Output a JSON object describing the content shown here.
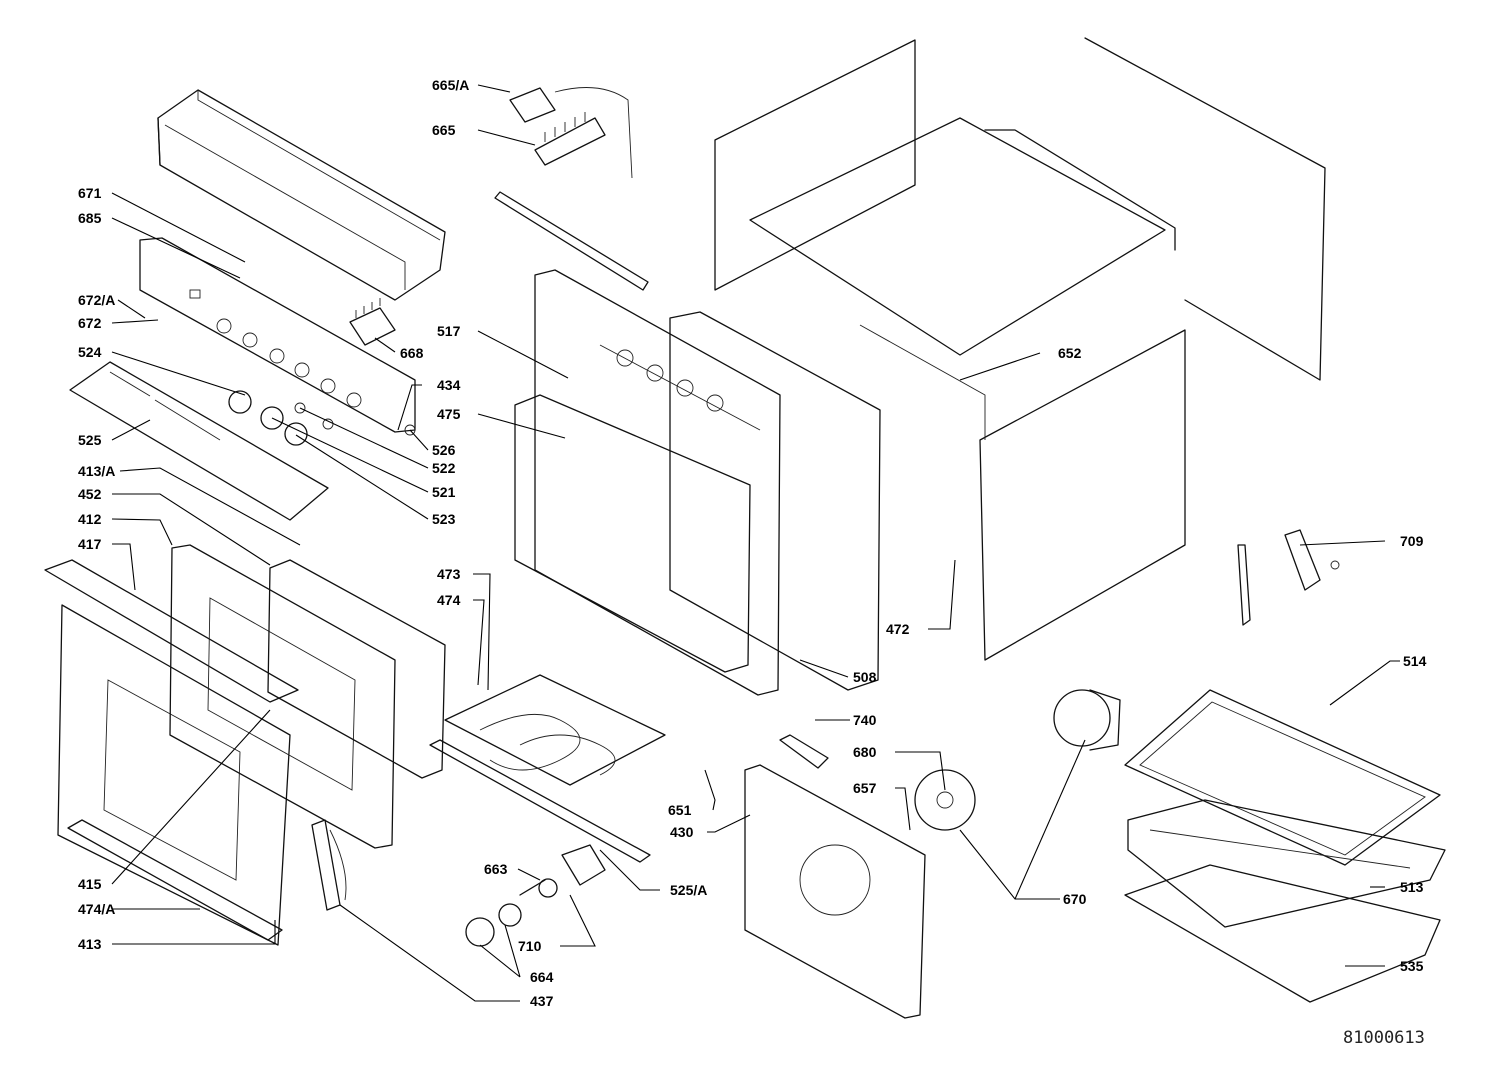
{
  "document_number": "81000613",
  "labels": {
    "l665a": "665/A",
    "l665": "665",
    "l671": "671",
    "l685": "685",
    "l672a": "672/A",
    "l672": "672",
    "l668": "668",
    "l524": "524",
    "l434": "434",
    "l517": "517",
    "l475": "475",
    "l526": "526",
    "l525": "525",
    "l522": "522",
    "l521": "521",
    "l413a": "413/A",
    "l452": "452",
    "l523": "523",
    "l412": "412",
    "l417": "417",
    "l473": "473",
    "l474": "474",
    "l472": "472",
    "l652": "652",
    "l709": "709",
    "l508": "508",
    "l514": "514",
    "l740": "740",
    "l680": "680",
    "l657": "657",
    "l651": "651",
    "l430": "430",
    "l525a": "525/A",
    "l663": "663",
    "l415": "415",
    "l474a": "474/A",
    "l413": "413",
    "l710": "710",
    "l670": "670",
    "l513": "513",
    "l535": "535",
    "l664": "664",
    "l437": "437"
  }
}
